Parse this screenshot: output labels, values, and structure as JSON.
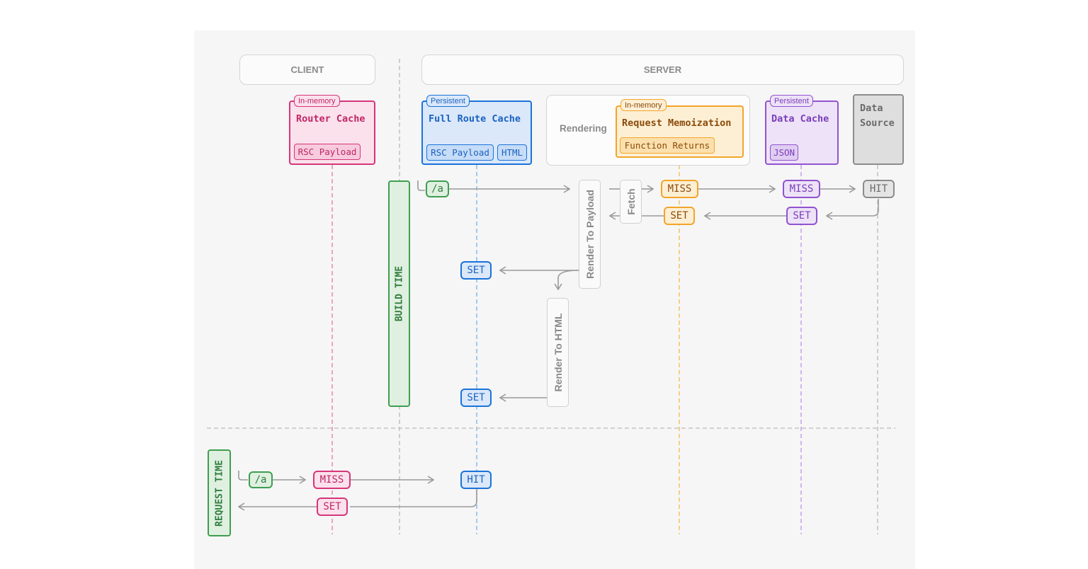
{
  "headers": {
    "client": "CLIENT",
    "server": "SERVER"
  },
  "router_cache": {
    "badge": "In-memory",
    "title": "Router Cache",
    "chip": "RSC Payload"
  },
  "full_route_cache": {
    "badge": "Persistent",
    "title": "Full Route Cache",
    "chip_payload": "RSC Payload",
    "chip_html": "HTML"
  },
  "rendering": {
    "label": "Rendering"
  },
  "request_memoization": {
    "badge": "In-memory",
    "title": "Request Memoization",
    "chip": "Function Returns"
  },
  "data_cache": {
    "badge": "Persistent",
    "title": "Data Cache",
    "chip": "JSON"
  },
  "data_source": {
    "line1": "Data",
    "line2": "Source"
  },
  "phases": {
    "build": "BUILD TIME",
    "request": "REQUEST TIME"
  },
  "build_flow": {
    "route": "/a",
    "fetch": "Fetch",
    "render_payload": "Render To Payload",
    "render_html": "Render To HTML",
    "memo_miss": "MISS",
    "memo_set": "SET",
    "data_miss": "MISS",
    "data_set": "SET",
    "source_hit": "HIT",
    "payload_set": "SET",
    "html_set": "SET"
  },
  "request_flow": {
    "route": "/a",
    "router_miss": "MISS",
    "router_set": "SET",
    "full_route_hit": "HIT"
  },
  "colors": {
    "router": "#d6367a",
    "router_bg": "#fbe1ec",
    "full_route": "#1a73d9",
    "full_route_bg": "#dbe8fa",
    "memo": "#f2a52b",
    "memo_text": "#8a4a0a",
    "memo_bg": "#fdefd4",
    "data_cache": "#9153d0",
    "data_cache_bg": "#ede2f7",
    "source": "#8c8c8c",
    "build": "#3f9e4e",
    "build_bg": "#dff0e1",
    "arrow": "#9a9a9a"
  }
}
